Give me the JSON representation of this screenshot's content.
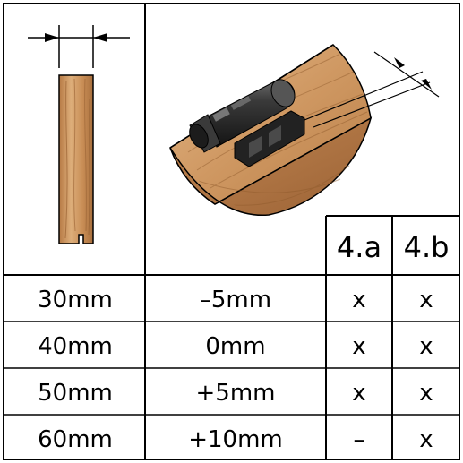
{
  "table": {
    "headers": {
      "col_a": "4.a",
      "col_b": "4.b"
    },
    "rows": [
      {
        "thickness": "30mm",
        "offset": "–5mm",
        "a": "x",
        "b": "x"
      },
      {
        "thickness": "40mm",
        "offset": "0mm",
        "a": "x",
        "b": "x"
      },
      {
        "thickness": "50mm",
        "offset": "+5mm",
        "a": "x",
        "b": "x"
      },
      {
        "thickness": "60mm",
        "offset": "+10mm",
        "a": "–",
        "b": "x"
      }
    ]
  },
  "illustrations": {
    "left": "board-thickness-icon",
    "right": "push-latch-on-wood-icon"
  },
  "colors": {
    "wood_light": "#D9A772",
    "wood_mid": "#C48A52",
    "wood_dark": "#A66B3A",
    "latch_dark": "#2E2E2E",
    "line": "#000000"
  }
}
